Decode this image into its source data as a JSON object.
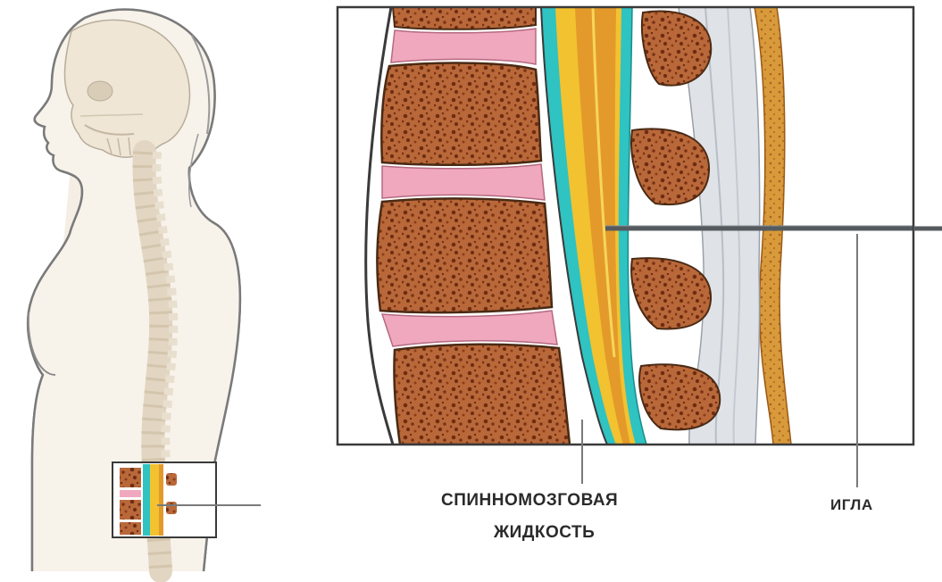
{
  "labels": {
    "csf_line1": "СПИННОМОЗГОВАЯ",
    "csf_line2": "ЖИДКОСТЬ",
    "needle": "ИГЛА"
  },
  "colors": {
    "outline": "#6e6e6e",
    "skin": "#f4eee4",
    "skull": "#efe6d6",
    "spine_light": "#e6dccb",
    "vertebra_body": "#b9683a",
    "vertebra_spots": "#6e2d12",
    "disc": "#f0a8bf",
    "csf_cyan": "#2fc3c2",
    "cord_yellow": "#f2c230",
    "cord_orange": "#e49a2a",
    "ligament_gray": "#d9dde2",
    "skin_layer": "#d89a3a",
    "needle": "#555a5e"
  },
  "icons": [
    "body-silhouette",
    "skull",
    "spine",
    "magnifier-frame",
    "needle"
  ]
}
